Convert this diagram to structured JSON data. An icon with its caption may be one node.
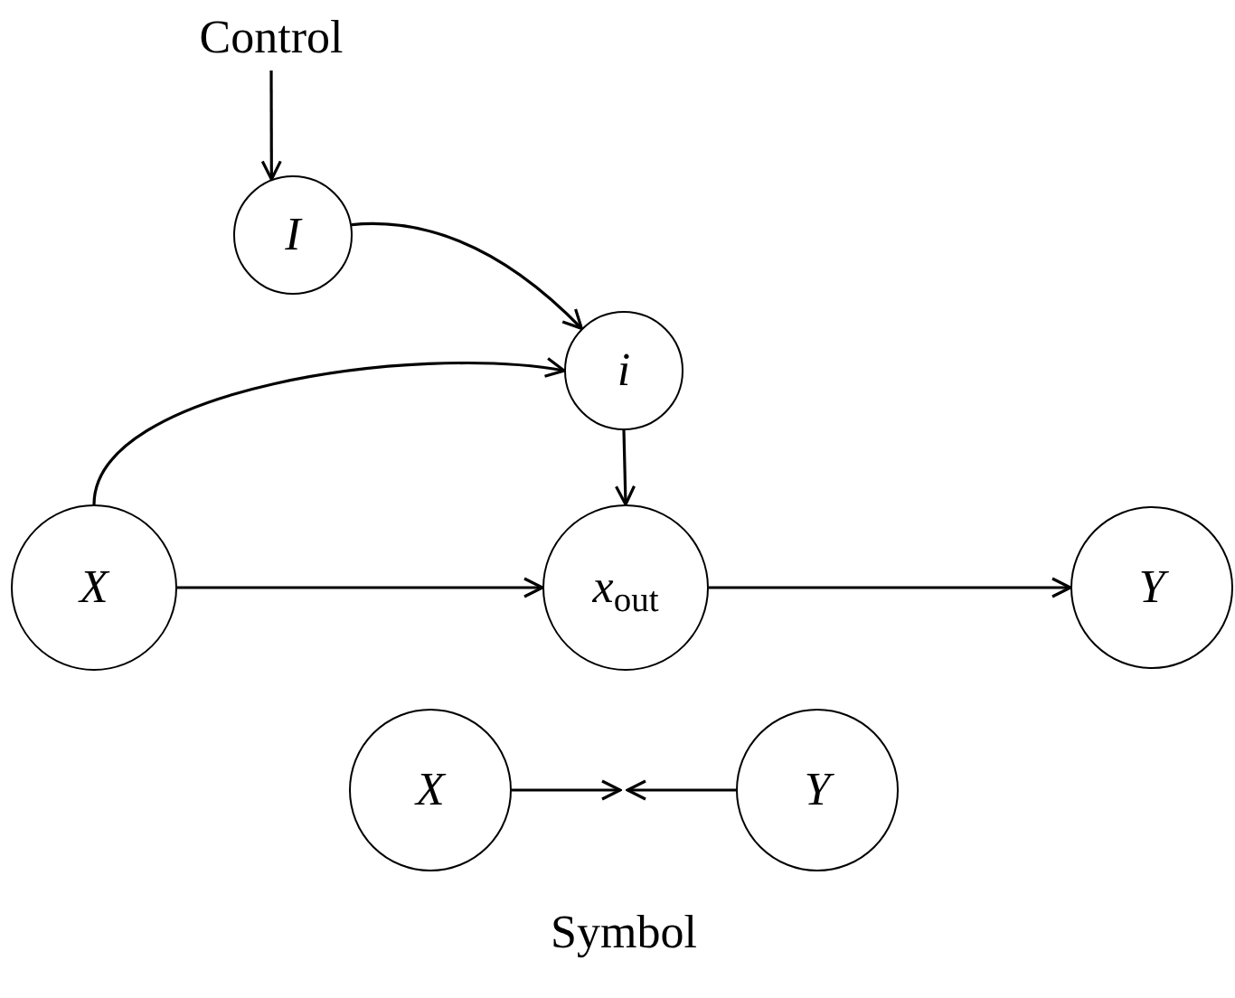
{
  "diagram": {
    "nodes": [
      {
        "text": [
          "Control"
        ]
      },
      {
        "text": [
          "I"
        ]
      },
      {
        "text": [
          "i"
        ]
      },
      {
        "text": [
          "X"
        ]
      },
      {
        "text": [
          "*x*$_{out}$"
        ]
      },
      {
        "text": [
          "Y"
        ]
      },
      {
        "text": [
          "X"
        ]
      },
      {
        "text": [
          "Y"
        ]
      }
    ],
    "edges": [
      {
        "from": 0,
        "to": 1,
        "arrow": "to"
      },
      {
        "from": 1,
        "to": 2,
        "arrow": "to"
      },
      {
        "from": 3,
        "to": 2,
        "arrow": "to"
      },
      {
        "from": 2,
        "to": 4,
        "arrow": "to"
      },
      {
        "from": 3,
        "to": 4,
        "arrow": "to"
      },
      {
        "from": 4,
        "to": 5,
        "arrow": "to"
      },
      {
        "from": 6,
        "to": null,
        "arrow": "to"
      },
      {
        "from": 7,
        "to": null,
        "arrow": "to"
      }
    ],
    "labels": [
      "Symbol"
    ]
  }
}
